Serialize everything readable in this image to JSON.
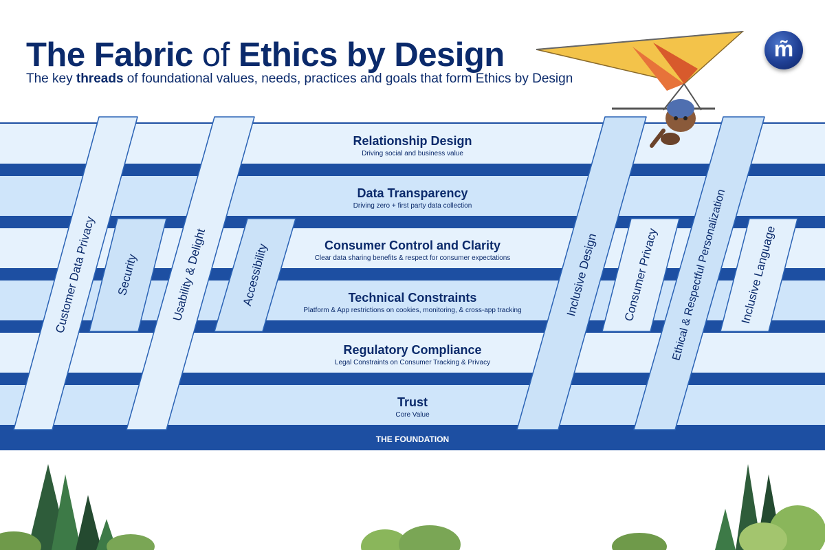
{
  "header": {
    "title_part1": "The Fabric",
    "title_part2": "of",
    "title_part3": "Ethics by Design",
    "subtitle_part1": "The key",
    "subtitle_bold": "threads",
    "subtitle_part2": "of foundational values, needs, practices and goals that form Ethics by Design"
  },
  "logo": {
    "glyph": "m̃"
  },
  "horizontal_threads": [
    {
      "title": "Relationship Design",
      "subtitle": "Driving social and business value"
    },
    {
      "title": "Data Transparency",
      "subtitle": "Driving zero + first party data collection"
    },
    {
      "title": "Consumer Control and Clarity",
      "subtitle": "Clear data sharing benefits & respect for consumer expectations"
    },
    {
      "title": "Technical Constraints",
      "subtitle": "Platform & App restrictions on cookies, monitoring, & cross-app tracking"
    },
    {
      "title": "Regulatory Compliance",
      "subtitle": "Legal Constraints on Consumer Tracking & Privacy"
    },
    {
      "title": "Trust",
      "subtitle": "Core Value"
    }
  ],
  "foundation": {
    "label": "THE FOUNDATION"
  },
  "vertical_threads": [
    "Customer Data Privacy",
    "Security",
    "Usability & Delight",
    "Accessibility",
    "Inclusive Design",
    "Consumer Privacy",
    "Ethical & Respectful Personalization",
    "Inclusive Language"
  ],
  "colors": {
    "navy": "#0b2a6b",
    "band_dark": "#1d4fa2",
    "band_light_a": "#e6f2fd",
    "band_light_b": "#cfe5fa",
    "ribbon_fill": "#e3f0fc",
    "ribbon_fill_alt": "#cbe2f8",
    "ribbon_stroke": "#2b63b5"
  }
}
